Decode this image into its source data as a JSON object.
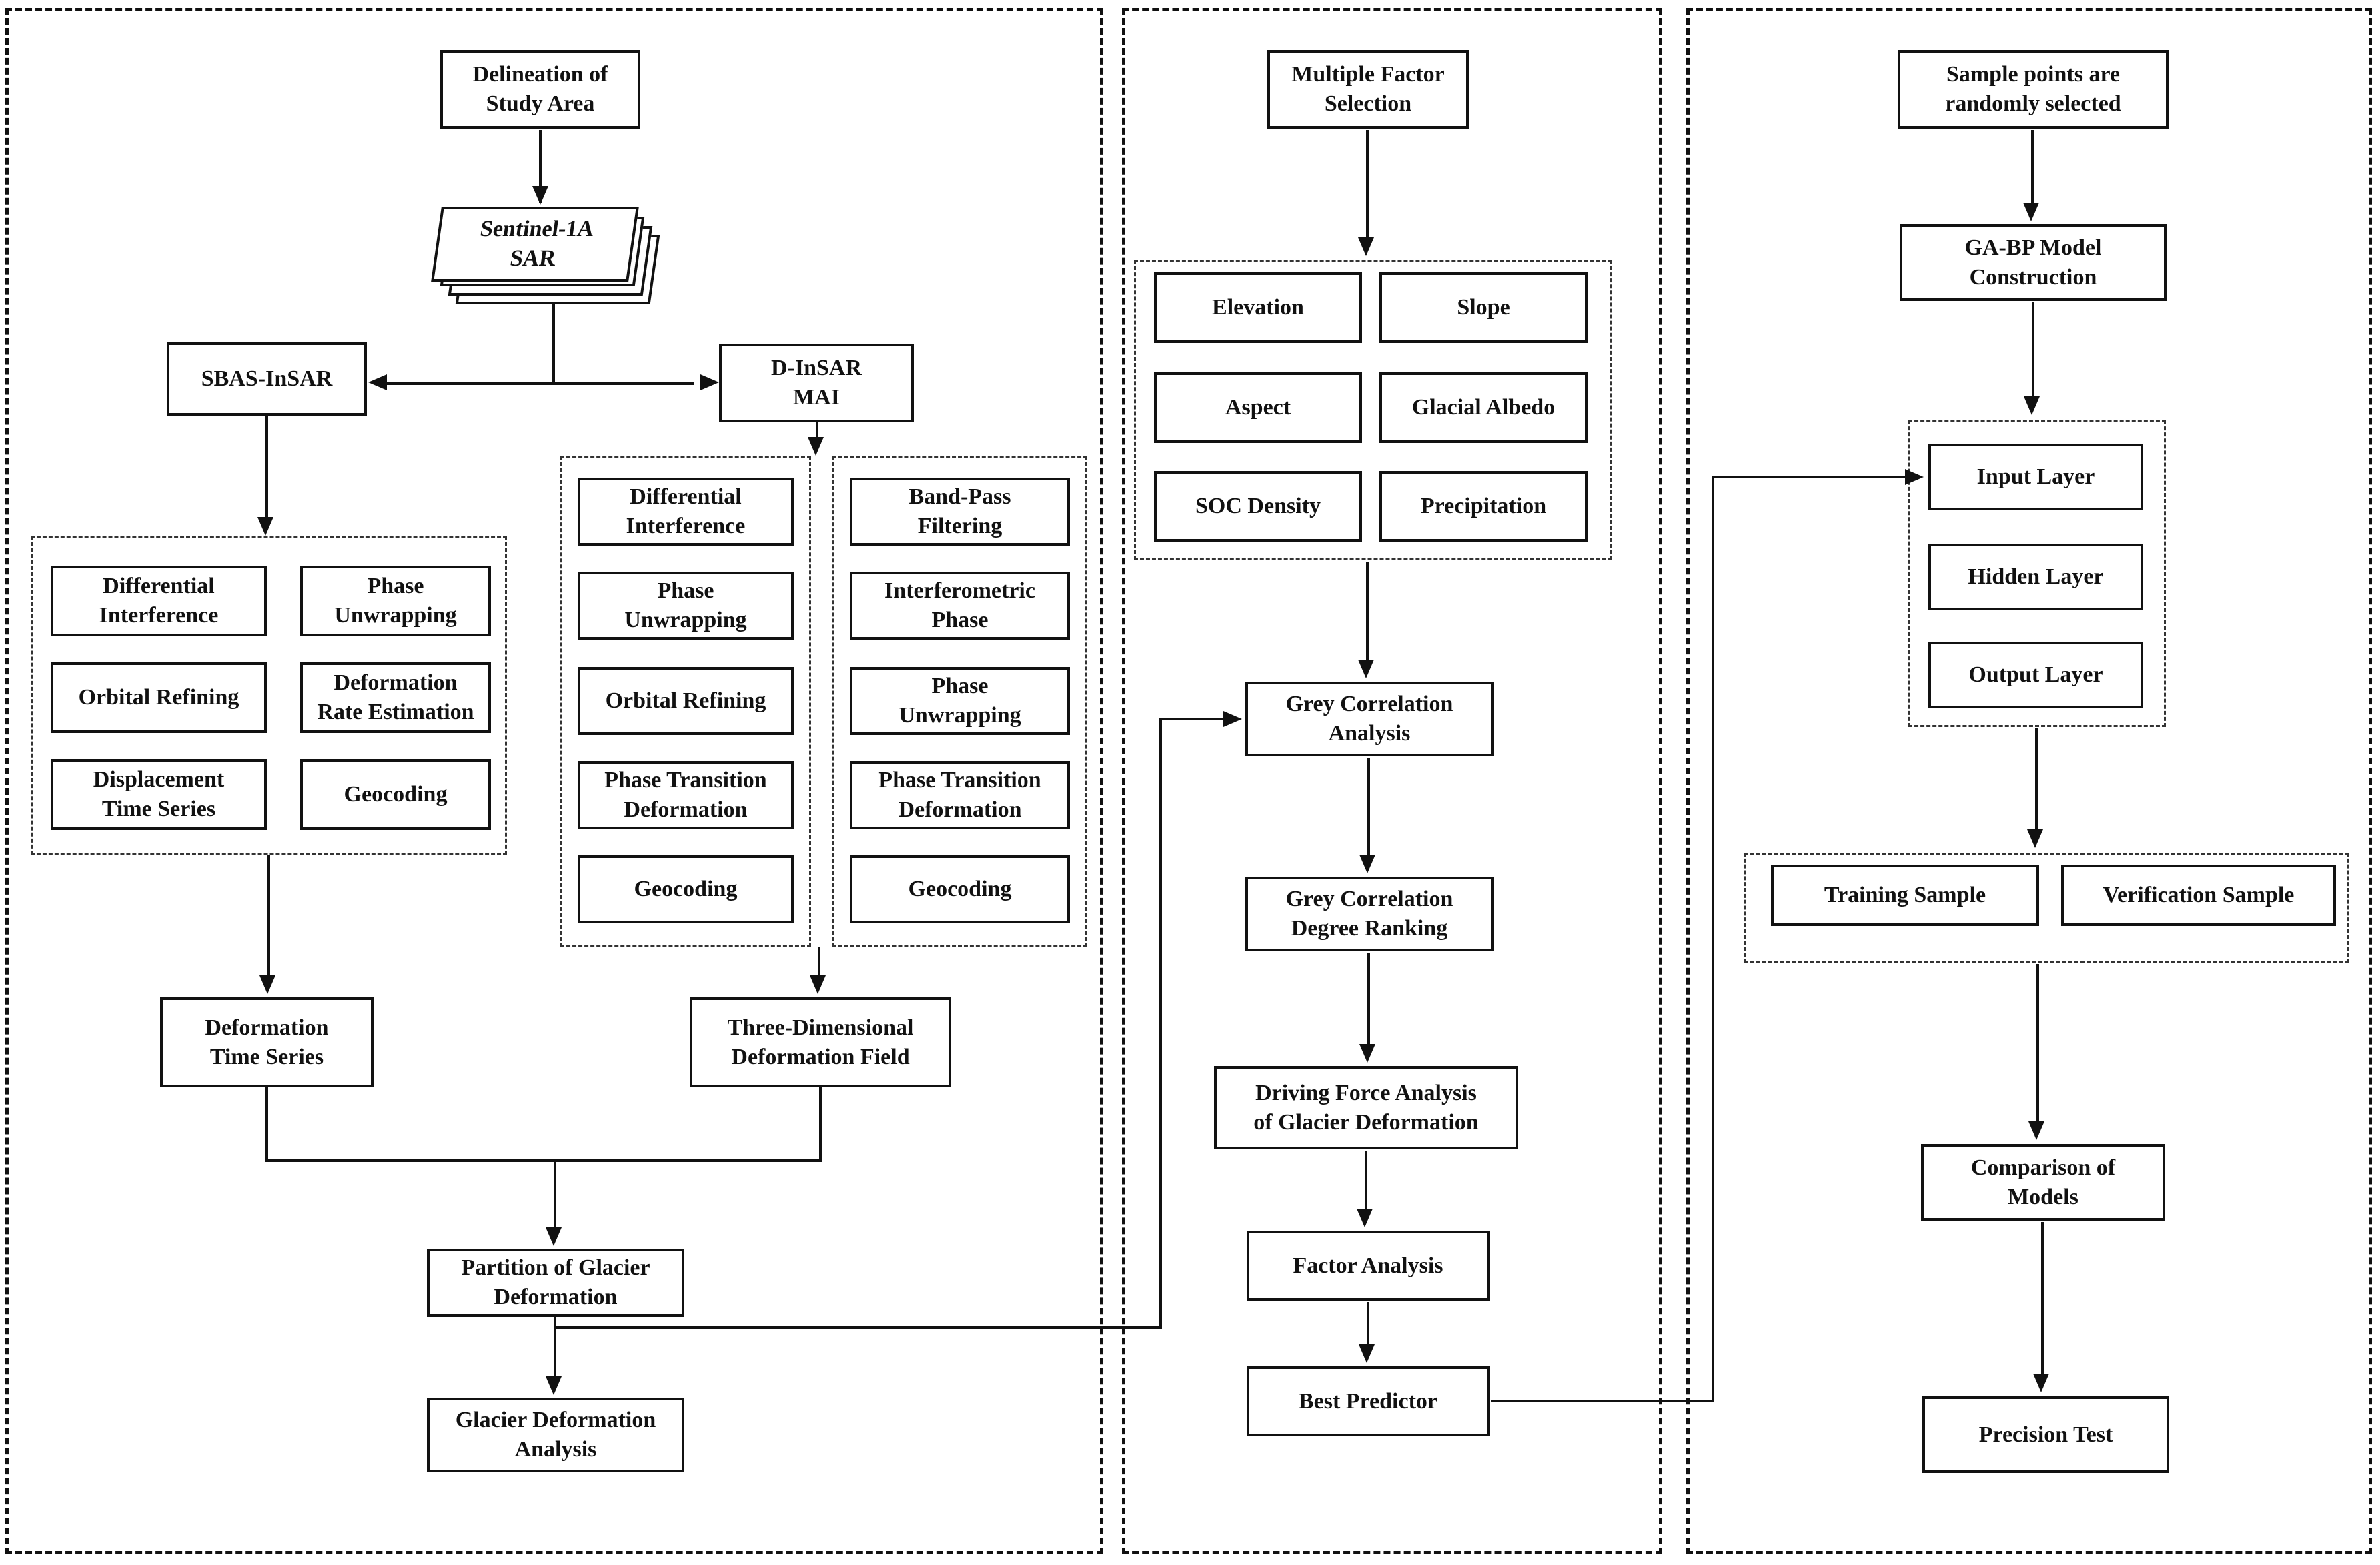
{
  "colors": {
    "ink": "#111111",
    "background": "#ffffff",
    "box_fill": "#ffffff"
  },
  "left_panel": {
    "delineation": "Delineation of\nStudy Area",
    "sentinel": "Sentinel-1A\nSAR",
    "sbas": "SBAS-InSAR",
    "dinsar_mai": "D-InSAR\nMAI",
    "sbas_steps": {
      "differential_interference": "Differential\nInterference",
      "phase_unwrapping": "Phase\nUnwrapping",
      "orbital_refining": "Orbital Refining",
      "deformation_rate_estimation": "Deformation\nRate Estimation",
      "displacement_time_series": "Displacement\nTime Series",
      "geocoding": "Geocoding"
    },
    "mai_col1": {
      "differential_interference": "Differential\nInterference",
      "phase_unwrapping": "Phase\nUnwrapping",
      "orbital_refining": "Orbital Refining",
      "phase_transition_deformation": "Phase Transition\nDeformation",
      "geocoding": "Geocoding"
    },
    "mai_col2": {
      "band_pass_filtering": "Band-Pass\nFiltering",
      "interferometric_phase": "Interferometric\nPhase",
      "phase_unwrapping": "Phase\nUnwrapping",
      "phase_transition_deformation": "Phase Transition\nDeformation",
      "geocoding": "Geocoding"
    },
    "deformation_time_series": "Deformation\nTime Series",
    "three_dimensional_deformation_field": "Three-Dimensional\nDeformation Field",
    "partition_of_glacier_deformation": "Partition of Glacier\nDeformation",
    "glacier_deformation_analysis": "Glacier Deformation\nAnalysis"
  },
  "middle_panel": {
    "multiple_factor_selection": "Multiple Factor\nSelection",
    "factors": {
      "elevation": "Elevation",
      "slope": "Slope",
      "aspect": "Aspect",
      "glacial_albedo": "Glacial Albedo",
      "soc_density": "SOC Density",
      "precipitation": "Precipitation"
    },
    "grey_correlation_analysis": "Grey Correlation\nAnalysis",
    "grey_correlation_degree_ranking": "Grey Correlation\nDegree Ranking",
    "driving_force_analysis": "Driving Force Analysis\nof Glacier Deformation",
    "factor_analysis": "Factor Analysis",
    "best_predictor": "Best Predictor"
  },
  "right_panel": {
    "sample_points": "Sample points are\nrandomly selected",
    "gabp_model": "GA-BP Model\nConstruction",
    "nn_layers": {
      "input_layer": "Input Layer",
      "hidden_layer": "Hidden Layer",
      "output_layer": "Output Layer"
    },
    "samples": {
      "training_sample": "Training Sample",
      "verification_sample": "Verification Sample"
    },
    "comparison_of_models": "Comparison of\nModels",
    "precision_test": "Precision Test"
  },
  "edges": [
    {
      "from": "delineation",
      "to": "sentinel"
    },
    {
      "from": "sentinel",
      "to": "sbas"
    },
    {
      "from": "sentinel",
      "to": "dinsar_mai"
    },
    {
      "from": "sbas",
      "to": "sbas_steps"
    },
    {
      "from": "dinsar_mai",
      "to": "mai_columns"
    },
    {
      "from": "sbas_steps",
      "to": "deformation_time_series"
    },
    {
      "from": "mai_columns",
      "to": "three_dimensional_deformation_field"
    },
    {
      "from": "deformation_time_series",
      "to": "partition_of_glacier_deformation"
    },
    {
      "from": "three_dimensional_deformation_field",
      "to": "partition_of_glacier_deformation"
    },
    {
      "from": "partition_of_glacier_deformation",
      "to": "glacier_deformation_analysis"
    },
    {
      "from": "partition_of_glacier_deformation",
      "to": "grey_correlation_analysis"
    },
    {
      "from": "multiple_factor_selection",
      "to": "factors"
    },
    {
      "from": "factors",
      "to": "grey_correlation_analysis"
    },
    {
      "from": "grey_correlation_analysis",
      "to": "grey_correlation_degree_ranking"
    },
    {
      "from": "grey_correlation_degree_ranking",
      "to": "driving_force_analysis"
    },
    {
      "from": "driving_force_analysis",
      "to": "factor_analysis"
    },
    {
      "from": "factor_analysis",
      "to": "best_predictor"
    },
    {
      "from": "best_predictor",
      "to": "input_layer"
    },
    {
      "from": "sample_points",
      "to": "gabp_model"
    },
    {
      "from": "gabp_model",
      "to": "nn_layers"
    },
    {
      "from": "nn_layers",
      "to": "samples"
    },
    {
      "from": "samples",
      "to": "comparison_of_models"
    },
    {
      "from": "comparison_of_models",
      "to": "precision_test"
    }
  ]
}
